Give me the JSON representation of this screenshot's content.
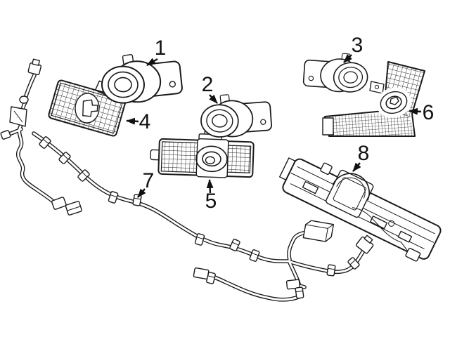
{
  "diagram": {
    "background_color": "#ffffff",
    "line_color": "#1a1a1a",
    "callouts": [
      {
        "label": "1"
      },
      {
        "label": "2"
      },
      {
        "label": "3"
      },
      {
        "label": "4"
      },
      {
        "label": "5"
      },
      {
        "label": "6"
      },
      {
        "label": "7"
      },
      {
        "label": "8"
      }
    ]
  }
}
